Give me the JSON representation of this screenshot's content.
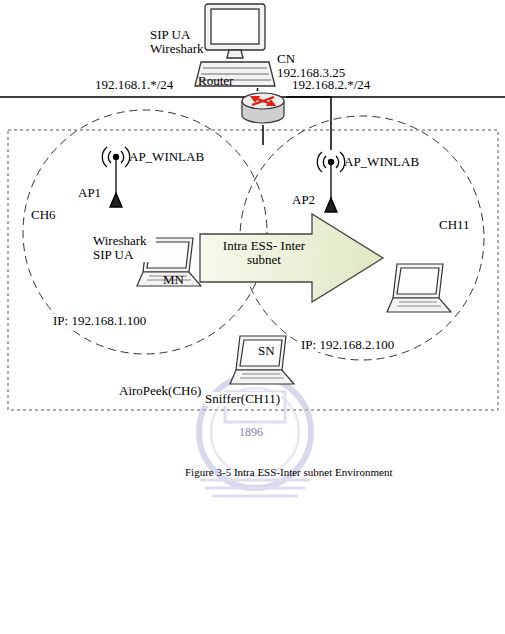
{
  "diagram": {
    "caption": "Figure 3-5 Intra ESS-Inter subnet Environment",
    "nodes": [
      {
        "text": [
          "SIP UA Wireshark",
          "CN 192.168.3.25"
        ]
      },
      {
        "text": [
          "Router"
        ]
      },
      {
        "text": [
          "AP_WINLAB",
          "AP1"
        ]
      },
      {
        "text": [
          "AP_WINLAB",
          "AP2"
        ]
      },
      {
        "text": [
          "Wireshark SIP UA",
          "MN",
          "IP: 192.168.1.100"
        ]
      },
      {
        "text": [
          "Intra ESS- Inter subnet"
        ]
      },
      {
        "text": [
          "IP: 192.168.2.100"
        ]
      },
      {
        "text": [
          "SN",
          "AiroPeek(CH6)",
          "Sniffer(CH11)"
        ]
      }
    ],
    "edges": [
      {
        "from": 0,
        "to": 1,
        "arrow": "none"
      },
      {
        "from": 1,
        "to": 2,
        "arrow": "none"
      },
      {
        "from": 1,
        "to": 3,
        "arrow": "none"
      }
    ],
    "labels": [
      "192.168.1.*/24",
      "192.168.2.*/24",
      "CH6",
      "CH11",
      "1896"
    ]
  }
}
